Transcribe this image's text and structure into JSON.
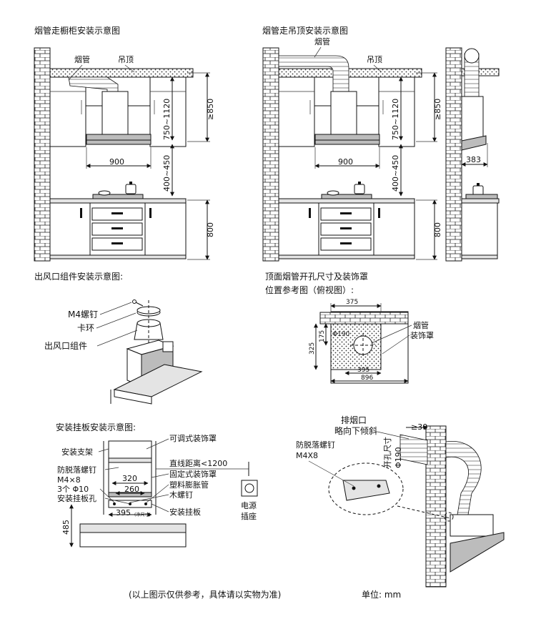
{
  "titles": {
    "cabinet": "烟管走橱柜安装示意图",
    "ceiling": "烟管走吊顶安装示意图",
    "outlet": "出风口组件安装示意图:",
    "top_hole_1": "顶面烟管开孔尺寸及装饰罩",
    "top_hole_2": "位置参考图（俯视图）:",
    "mount": "安装挂板安装示意图:"
  },
  "labels": {
    "duct": "烟管",
    "ceiling": "吊顶",
    "m4_screw": "M4螺钉",
    "clamp": "卡环",
    "outlet_assembly": "出风口组件",
    "decor_cover": "装饰罩",
    "adjustable_cover": "可调式装饰罩",
    "bracket": "安装支架",
    "anti_drop_screw": "防脱落螺钉",
    "m4x8": "M4×8",
    "m4x8_b": "M4X8",
    "three_phi10": "3个 Φ10",
    "mount_hole": "安装挂板孔",
    "distance": "直线距离<1200",
    "fixed_cover": "固定式装饰罩",
    "plastic_plug": "塑料膨胀管",
    "wood_screw": "木螺钉",
    "mount_plate": "安装挂板",
    "socket_1": "电源",
    "socket_2": "插座",
    "exhaust_1": "排烟口",
    "exhaust_2": "略向下倾斜",
    "hole_size": "开孔尺寸",
    "net_size": "(净尺寸)"
  },
  "dims": {
    "d850": "≥850",
    "d750": "750~1120",
    "d900": "900",
    "d400": "400~450",
    "d800": "800",
    "d383": "383",
    "d375": "375",
    "d325": "325",
    "d175": "175",
    "phi190": "Φ190",
    "d395": "395",
    "d896": "896",
    "d320": "320",
    "d260": "260",
    "d485": "485",
    "ge30": "≥30"
  },
  "footer": {
    "note": "(以上图示仅供参考，具体请以实物为准)",
    "unit": "单位: mm"
  }
}
